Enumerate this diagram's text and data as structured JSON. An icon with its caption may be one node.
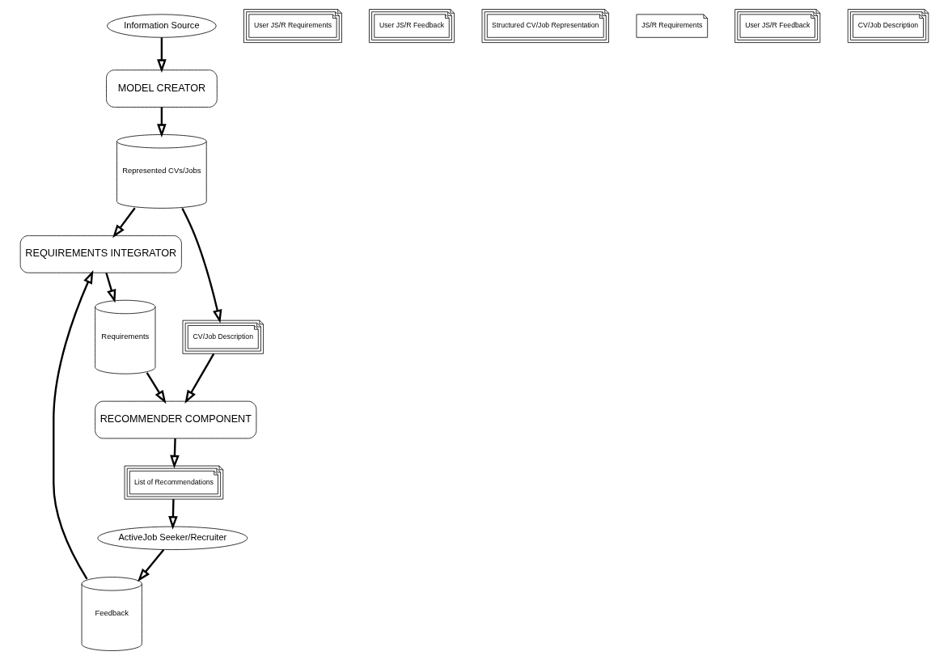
{
  "diagram": {
    "nodes": [
      {
        "text": [
          "Represented CVs/Jobs"
        ]
      },
      {
        "text": [
          "User JS/R Requirements"
        ]
      },
      {
        "text": [
          "REQUIREMENTS INTEGRATOR"
        ]
      },
      {
        "text": [
          "User JS/R Feedback"
        ]
      },
      {
        "text": [
          "Feedback"
        ]
      },
      {
        "text": [
          "Structured CV/Job Representation"
        ]
      },
      {
        "text": [
          "JS/R Requirements"
        ]
      },
      {
        "text": [
          "MODEL CREATOR"
        ]
      },
      {
        "text": [
          "CV/Job Description"
        ]
      },
      {
        "text": [
          "Requirements"
        ]
      },
      {
        "text": [
          "User JS/R Feedback"
        ]
      },
      {
        "text": [
          "ActiveJob Seeker/Recruiter"
        ]
      },
      {
        "text": [
          "CV/Job Description"
        ]
      },
      {
        "text": [
          "Information Source"
        ]
      },
      {
        "text": [
          "RECOMMENDER COMPONENT"
        ]
      },
      {
        "text": [
          "List of Recommendations"
        ]
      }
    ],
    "edges": [
      {
        "from": 13,
        "to": 7,
        "arrow": "to"
      },
      {
        "from": 7,
        "to": 0,
        "arrow": "to"
      },
      {
        "from": 0,
        "to": 2,
        "arrow": "to"
      },
      {
        "from": 4,
        "to": 2,
        "arrow": "to"
      },
      {
        "from": 2,
        "to": 9,
        "arrow": "to"
      },
      {
        "from": 0,
        "to": 8,
        "arrow": "to"
      },
      {
        "from": 8,
        "to": 14,
        "arrow": "to"
      },
      {
        "from": 9,
        "to": 14,
        "arrow": "to"
      },
      {
        "from": 14,
        "to": 15,
        "arrow": "to"
      },
      {
        "from": 15,
        "to": 11,
        "arrow": "to"
      },
      {
        "from": 11,
        "to": 4,
        "arrow": "to"
      }
    ]
  }
}
